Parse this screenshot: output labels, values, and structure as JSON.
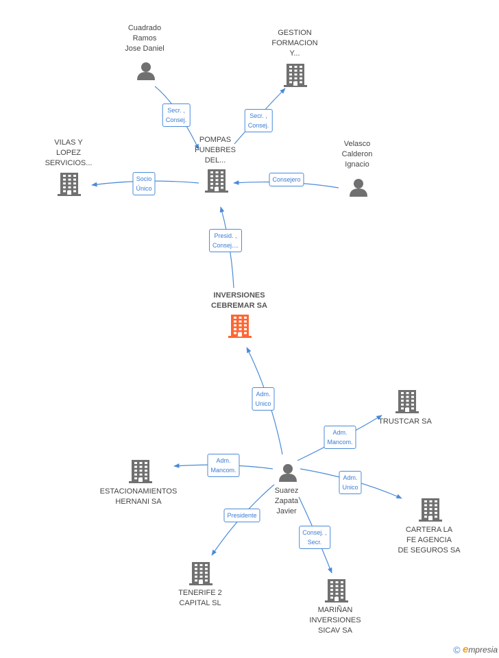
{
  "colors": {
    "edge": "#4a8ad8",
    "edge_text": "#3a7bd5",
    "node_icon": "#707070",
    "focus_icon": "#ff6633",
    "label_text": "#444444"
  },
  "nodes": [
    {
      "id": "inversiones",
      "type": "company",
      "focus": true,
      "label": [
        "INVERSIONES",
        "CEBREMAR SA"
      ]
    },
    {
      "id": "pompas",
      "type": "company",
      "label": [
        "POMPAS",
        "FUNEBRES",
        "DEL..."
      ]
    },
    {
      "id": "cuadrado",
      "type": "person",
      "label": [
        "Cuadrado",
        "Ramos",
        "Jose Daniel"
      ]
    },
    {
      "id": "gestion",
      "type": "company",
      "label": [
        "GESTION",
        "FORMACION",
        "Y..."
      ]
    },
    {
      "id": "vilas",
      "type": "company",
      "label": [
        "VILAS Y",
        "LOPEZ",
        "SERVICIOS..."
      ]
    },
    {
      "id": "velasco",
      "type": "person",
      "label": [
        "Velasco",
        "Calderon",
        "Ignacio"
      ]
    },
    {
      "id": "suarez",
      "type": "person",
      "label": [
        "Suarez",
        "Zapata",
        "Javier"
      ]
    },
    {
      "id": "trustcar",
      "type": "company",
      "label": [
        "TRUSTCAR SA"
      ]
    },
    {
      "id": "estacionamientos",
      "type": "company",
      "label": [
        "ESTACIONAMIENTOS",
        "HERNANI SA"
      ]
    },
    {
      "id": "cartera",
      "type": "company",
      "label": [
        "CARTERA LA",
        "FE AGENCIA",
        "DE SEGUROS SA"
      ]
    },
    {
      "id": "tenerife",
      "type": "company",
      "label": [
        "TENERIFE 2",
        "CAPITAL SL"
      ]
    },
    {
      "id": "marinan",
      "type": "company",
      "label": [
        "MARIÑAN",
        "INVERSIONES",
        "SICAV SA"
      ]
    }
  ],
  "edges": [
    {
      "from": "cuadrado",
      "to": "pompas",
      "label": [
        "Secr. ,",
        "Consej."
      ]
    },
    {
      "from": "pompas",
      "to": "gestion",
      "label": [
        "Secr. ,",
        "Consej."
      ]
    },
    {
      "from": "pompas",
      "to": "vilas",
      "label": [
        "Socio",
        "Único"
      ]
    },
    {
      "from": "velasco",
      "to": "pompas",
      "label": [
        "Consejero"
      ]
    },
    {
      "from": "inversiones",
      "to": "pompas",
      "label": [
        "Presid. ,",
        "Consej...."
      ]
    },
    {
      "from": "suarez",
      "to": "inversiones",
      "label": [
        "Adm.",
        "Unico"
      ]
    },
    {
      "from": "suarez",
      "to": "trustcar",
      "label": [
        "Adm.",
        "Mancom."
      ]
    },
    {
      "from": "suarez",
      "to": "estacionamientos",
      "label": [
        "Adm.",
        "Mancom."
      ]
    },
    {
      "from": "suarez",
      "to": "cartera",
      "label": [
        "Adm.",
        "Unico"
      ]
    },
    {
      "from": "suarez",
      "to": "tenerife",
      "label": [
        "Presidente"
      ]
    },
    {
      "from": "suarez",
      "to": "marinan",
      "label": [
        "Consej. ,",
        "Secr."
      ]
    }
  ],
  "footer": {
    "copyright_symbol": "©",
    "brand_first_letter": "e",
    "brand_rest": "mpresia"
  }
}
